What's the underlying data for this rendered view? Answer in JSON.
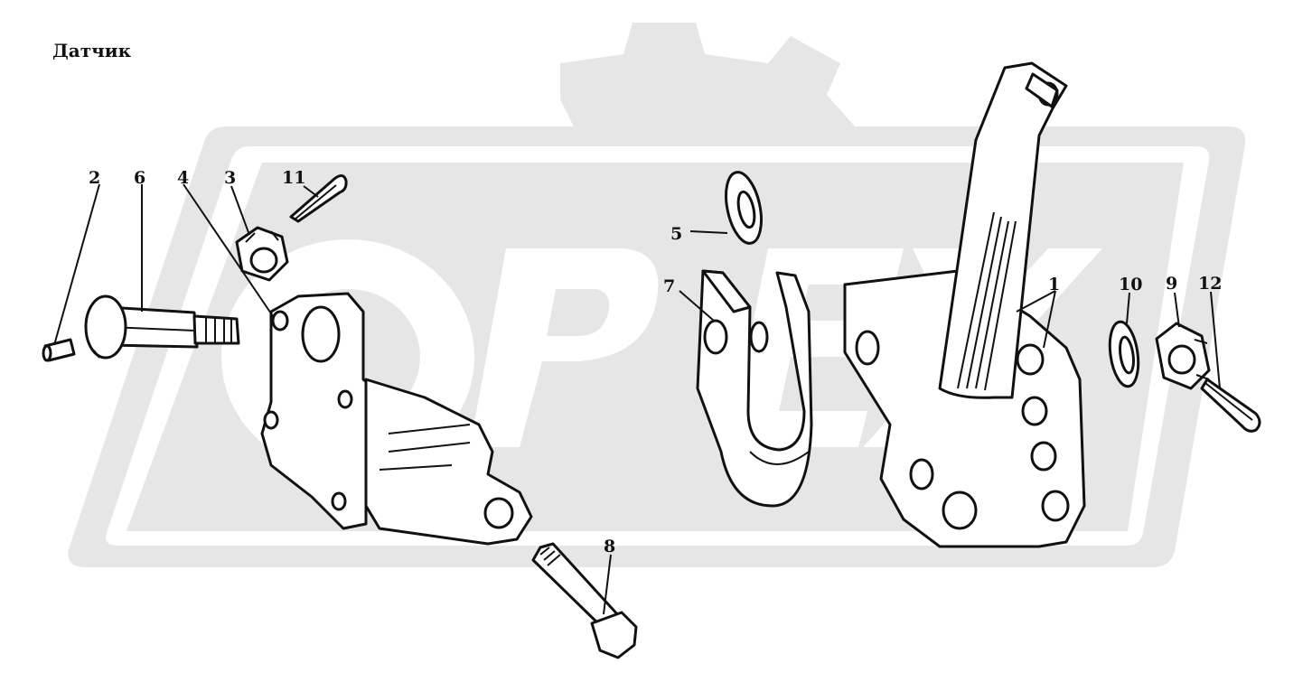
{
  "title": "Датчик",
  "watermark": {
    "text": "OPEX"
  },
  "callouts": {
    "c1": "1",
    "c2": "2",
    "c3": "3",
    "c4": "4",
    "c5": "5",
    "c6": "6",
    "c7": "7",
    "c8": "8",
    "c9": "9",
    "c10": "10",
    "c11": "11",
    "c12": "12"
  },
  "colors": {
    "line": "#111111",
    "watermark": "#e6e6e6",
    "background": "#ffffff"
  }
}
